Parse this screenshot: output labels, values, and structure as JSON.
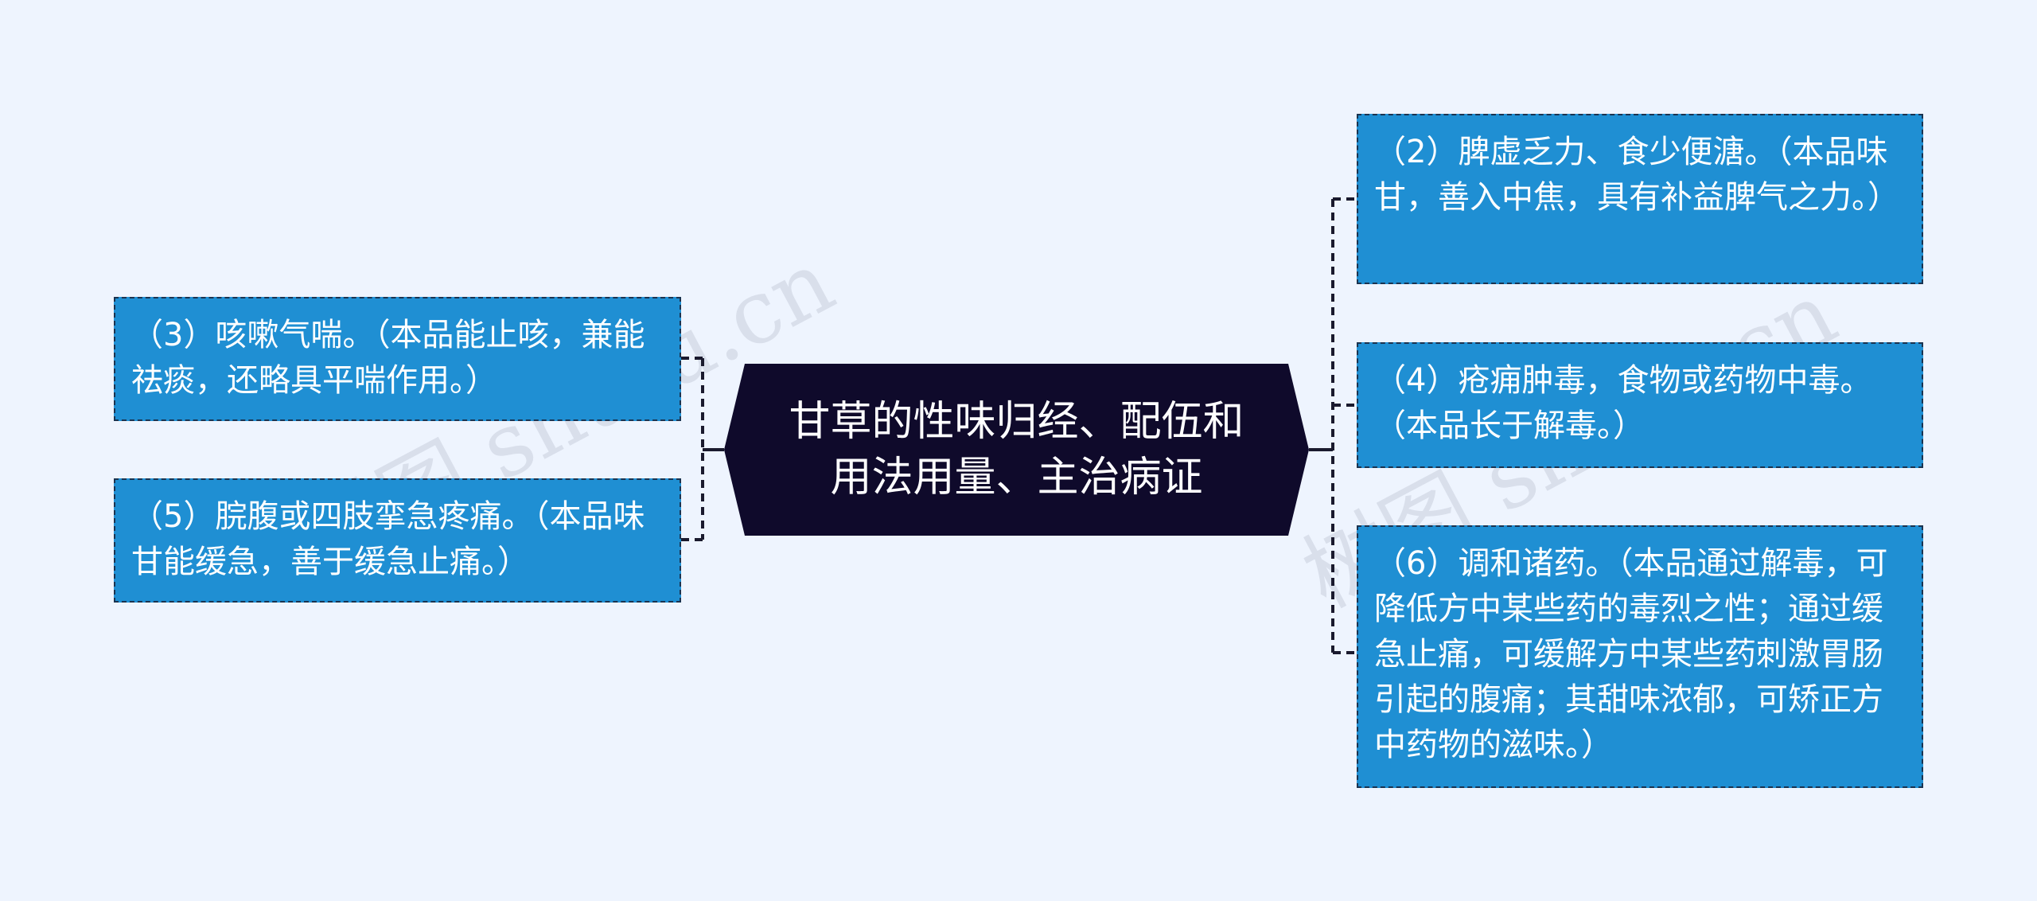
{
  "center": {
    "title": "甘草的性味归经、配伍和用法用量、主治病证"
  },
  "nodes": {
    "n2": "（2）脾虚乏力、食少便溏。（本品味甘，善入中焦，具有补益脾气之力。）",
    "n3": "（3）咳嗽气喘。（本品能止咳，兼能祛痰，还略具平喘作用。）",
    "n4": "（4）疮痈肿毒，食物或药物中毒。（本品长于解毒。）",
    "n5": "（5）脘腹或四肢挛急疼痛。（本品味甘能缓急，善于缓急止痛。）",
    "n6": "（6）调和诸药。（本品通过解毒，可降低方中某些药的毒烈之性；通过缓急止痛，可缓解方中某些药刺激胃肠引起的腹痛；其甜味浓郁，可矫正方中药物的滋味。）"
  },
  "watermark": {
    "left": "树图 shutu.cn",
    "right": "树图 shutu.cn"
  },
  "colors": {
    "background": "#eef4fe",
    "center_fill": "#0f0a2b",
    "node_fill": "#1f8fd3",
    "node_border": "#1a3350",
    "connector": "#1a1a2e"
  }
}
